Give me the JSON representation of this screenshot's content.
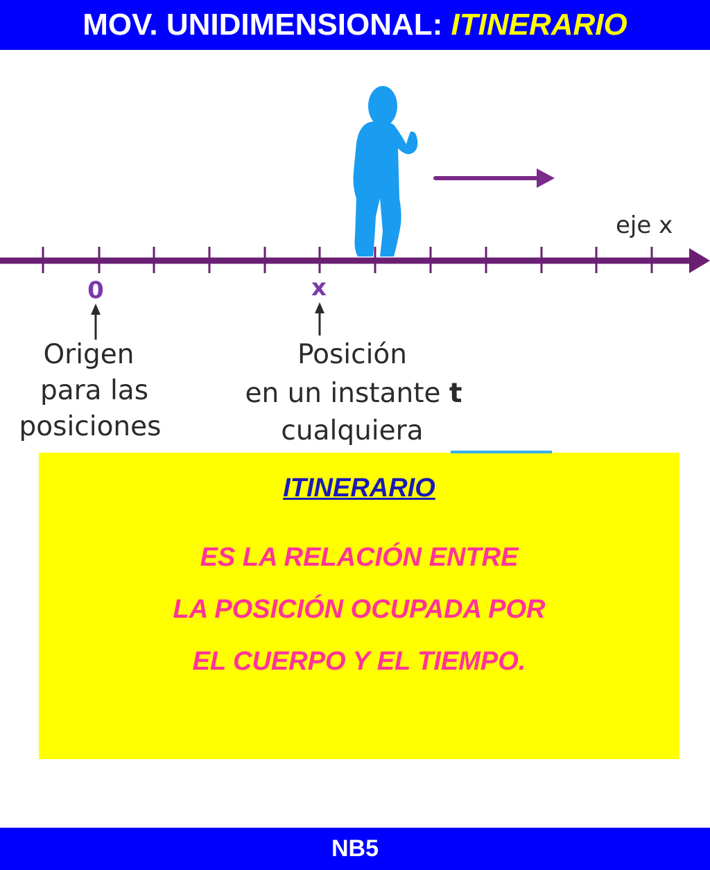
{
  "header": {
    "title_prefix": "MOV. UNIDIMENSIONAL: ",
    "title_highlight": "ITINERARIO"
  },
  "diagram": {
    "axis_label": "eje x",
    "origin_mark": "0",
    "position_mark": "x",
    "origin_caption": [
      "Origen",
      "para las",
      "posiciones"
    ],
    "position_caption_line1": "Posición",
    "position_caption_line2_prefix": "en un instante ",
    "position_caption_line2_bold": "t",
    "position_caption_line3": "cualquiera",
    "icons": [
      "walking-person-icon",
      "direction-arrow-icon"
    ]
  },
  "definition": {
    "heading": "ITINERARIO",
    "lines": [
      "ES LA RELACIÓN ENTRE",
      "LA POSICIÓN OCUPADA POR",
      "EL CUERPO Y EL TIEMPO."
    ]
  },
  "footer": {
    "label": "NB5"
  },
  "colors": {
    "bar_blue": "#0000ff",
    "title_yellow": "#ffff00",
    "axis_purple": "#6b1f73",
    "person_blue": "#1a9cf0",
    "definition_box": "#ffff00",
    "definition_heading": "#1a1ab8",
    "definition_text": "#ff3399"
  }
}
